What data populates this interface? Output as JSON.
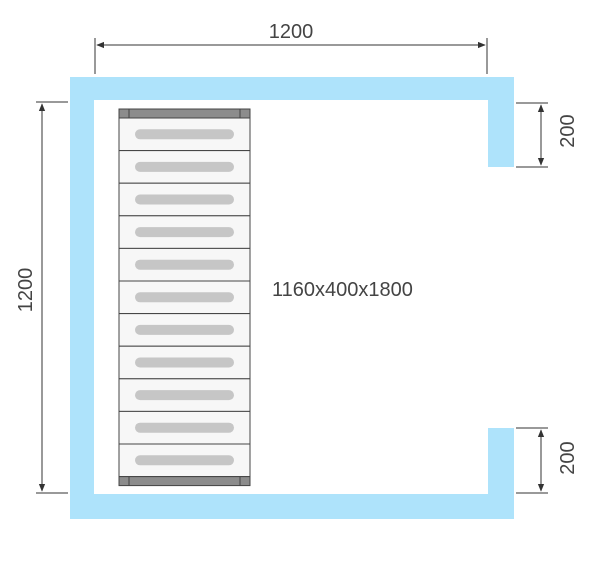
{
  "dimensions": {
    "width_label": "1200",
    "height_label": "1200",
    "opening_top_label": "200",
    "opening_bottom_label": "200"
  },
  "rack": {
    "label": "1160x400x1800",
    "shelf_count": 11
  },
  "colors": {
    "wall": "#aee3fb",
    "dimension_line": "#333333",
    "shelf_border": "#444444",
    "shelf_fill": "#f7f7f7",
    "slot_fill": "#c6c6c6",
    "rack_cap": "#8c8c8c"
  }
}
